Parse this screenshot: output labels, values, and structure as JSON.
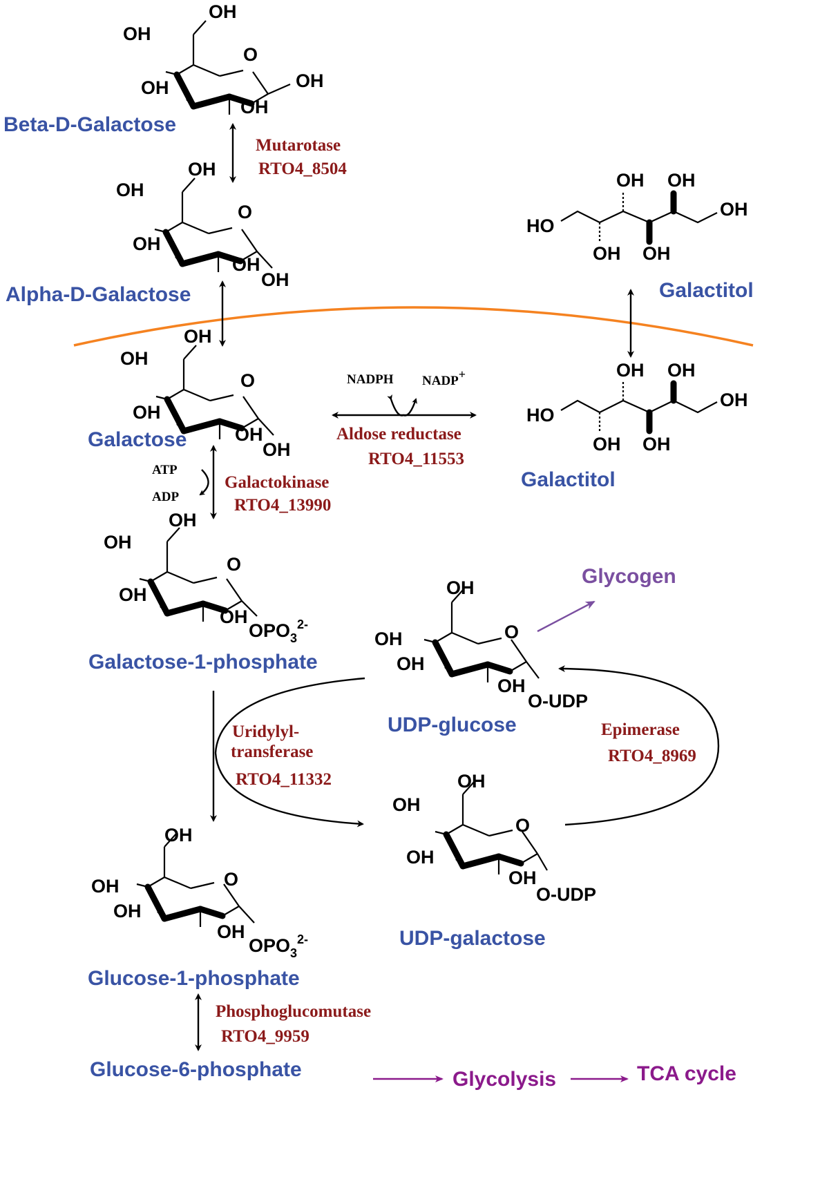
{
  "colors": {
    "metabolite": "#3953A4",
    "enzyme": "#8B1A1A",
    "cofactor": "#000000",
    "membrane": "#F58220",
    "glycogen": "#7A4FA0",
    "glycolysis": "#8B1A8B",
    "tca": "#8B1A8B"
  },
  "metabolites": {
    "beta_galactose": "Beta-D-Galactose",
    "alpha_galactose": "Alpha-D-Galactose",
    "galactose": "Galactose",
    "galactose_1p": "Galactose-1-phosphate",
    "glucose_1p": "Glucose-1-phosphate",
    "glucose_6p": "Glucose-6-phosphate",
    "udp_glucose": "UDP-glucose",
    "udp_galactose": "UDP-galactose",
    "galactitol_out": "Galactitol",
    "galactitol_in": "Galactitol",
    "glycogen": "Glycogen",
    "glycolysis": "Glycolysis",
    "tca": "TCA cycle"
  },
  "enzymes": {
    "mutarotase": {
      "name": "Mutarotase",
      "gene": "RTO4_8504"
    },
    "aldose_reductase": {
      "name": "Aldose reductase",
      "gene": "RTO4_11553"
    },
    "galactokinase": {
      "name": "Galactokinase",
      "gene": "RTO4_13990"
    },
    "uridylyltransferase": {
      "name_line1": "Uridylyl-",
      "name_line2": "transferase",
      "gene": "RTO4_11332"
    },
    "epimerase": {
      "name": "Epimerase",
      "gene": "RTO4_8969"
    },
    "phosphoglucomutase": {
      "name": "Phosphoglucomutase",
      "gene": "RTO4_9959"
    }
  },
  "cofactors": {
    "nadph": "NADPH",
    "nadp": "NADP",
    "nadp_sup": "+",
    "atp": "ATP",
    "adp": "ADP"
  },
  "groups": {
    "oh": "OH",
    "ho": "HO",
    "o": "O",
    "opo3": "OPO",
    "opo3_sub": "3",
    "opo3_sup": "2-",
    "oudp": "O-UDP"
  }
}
